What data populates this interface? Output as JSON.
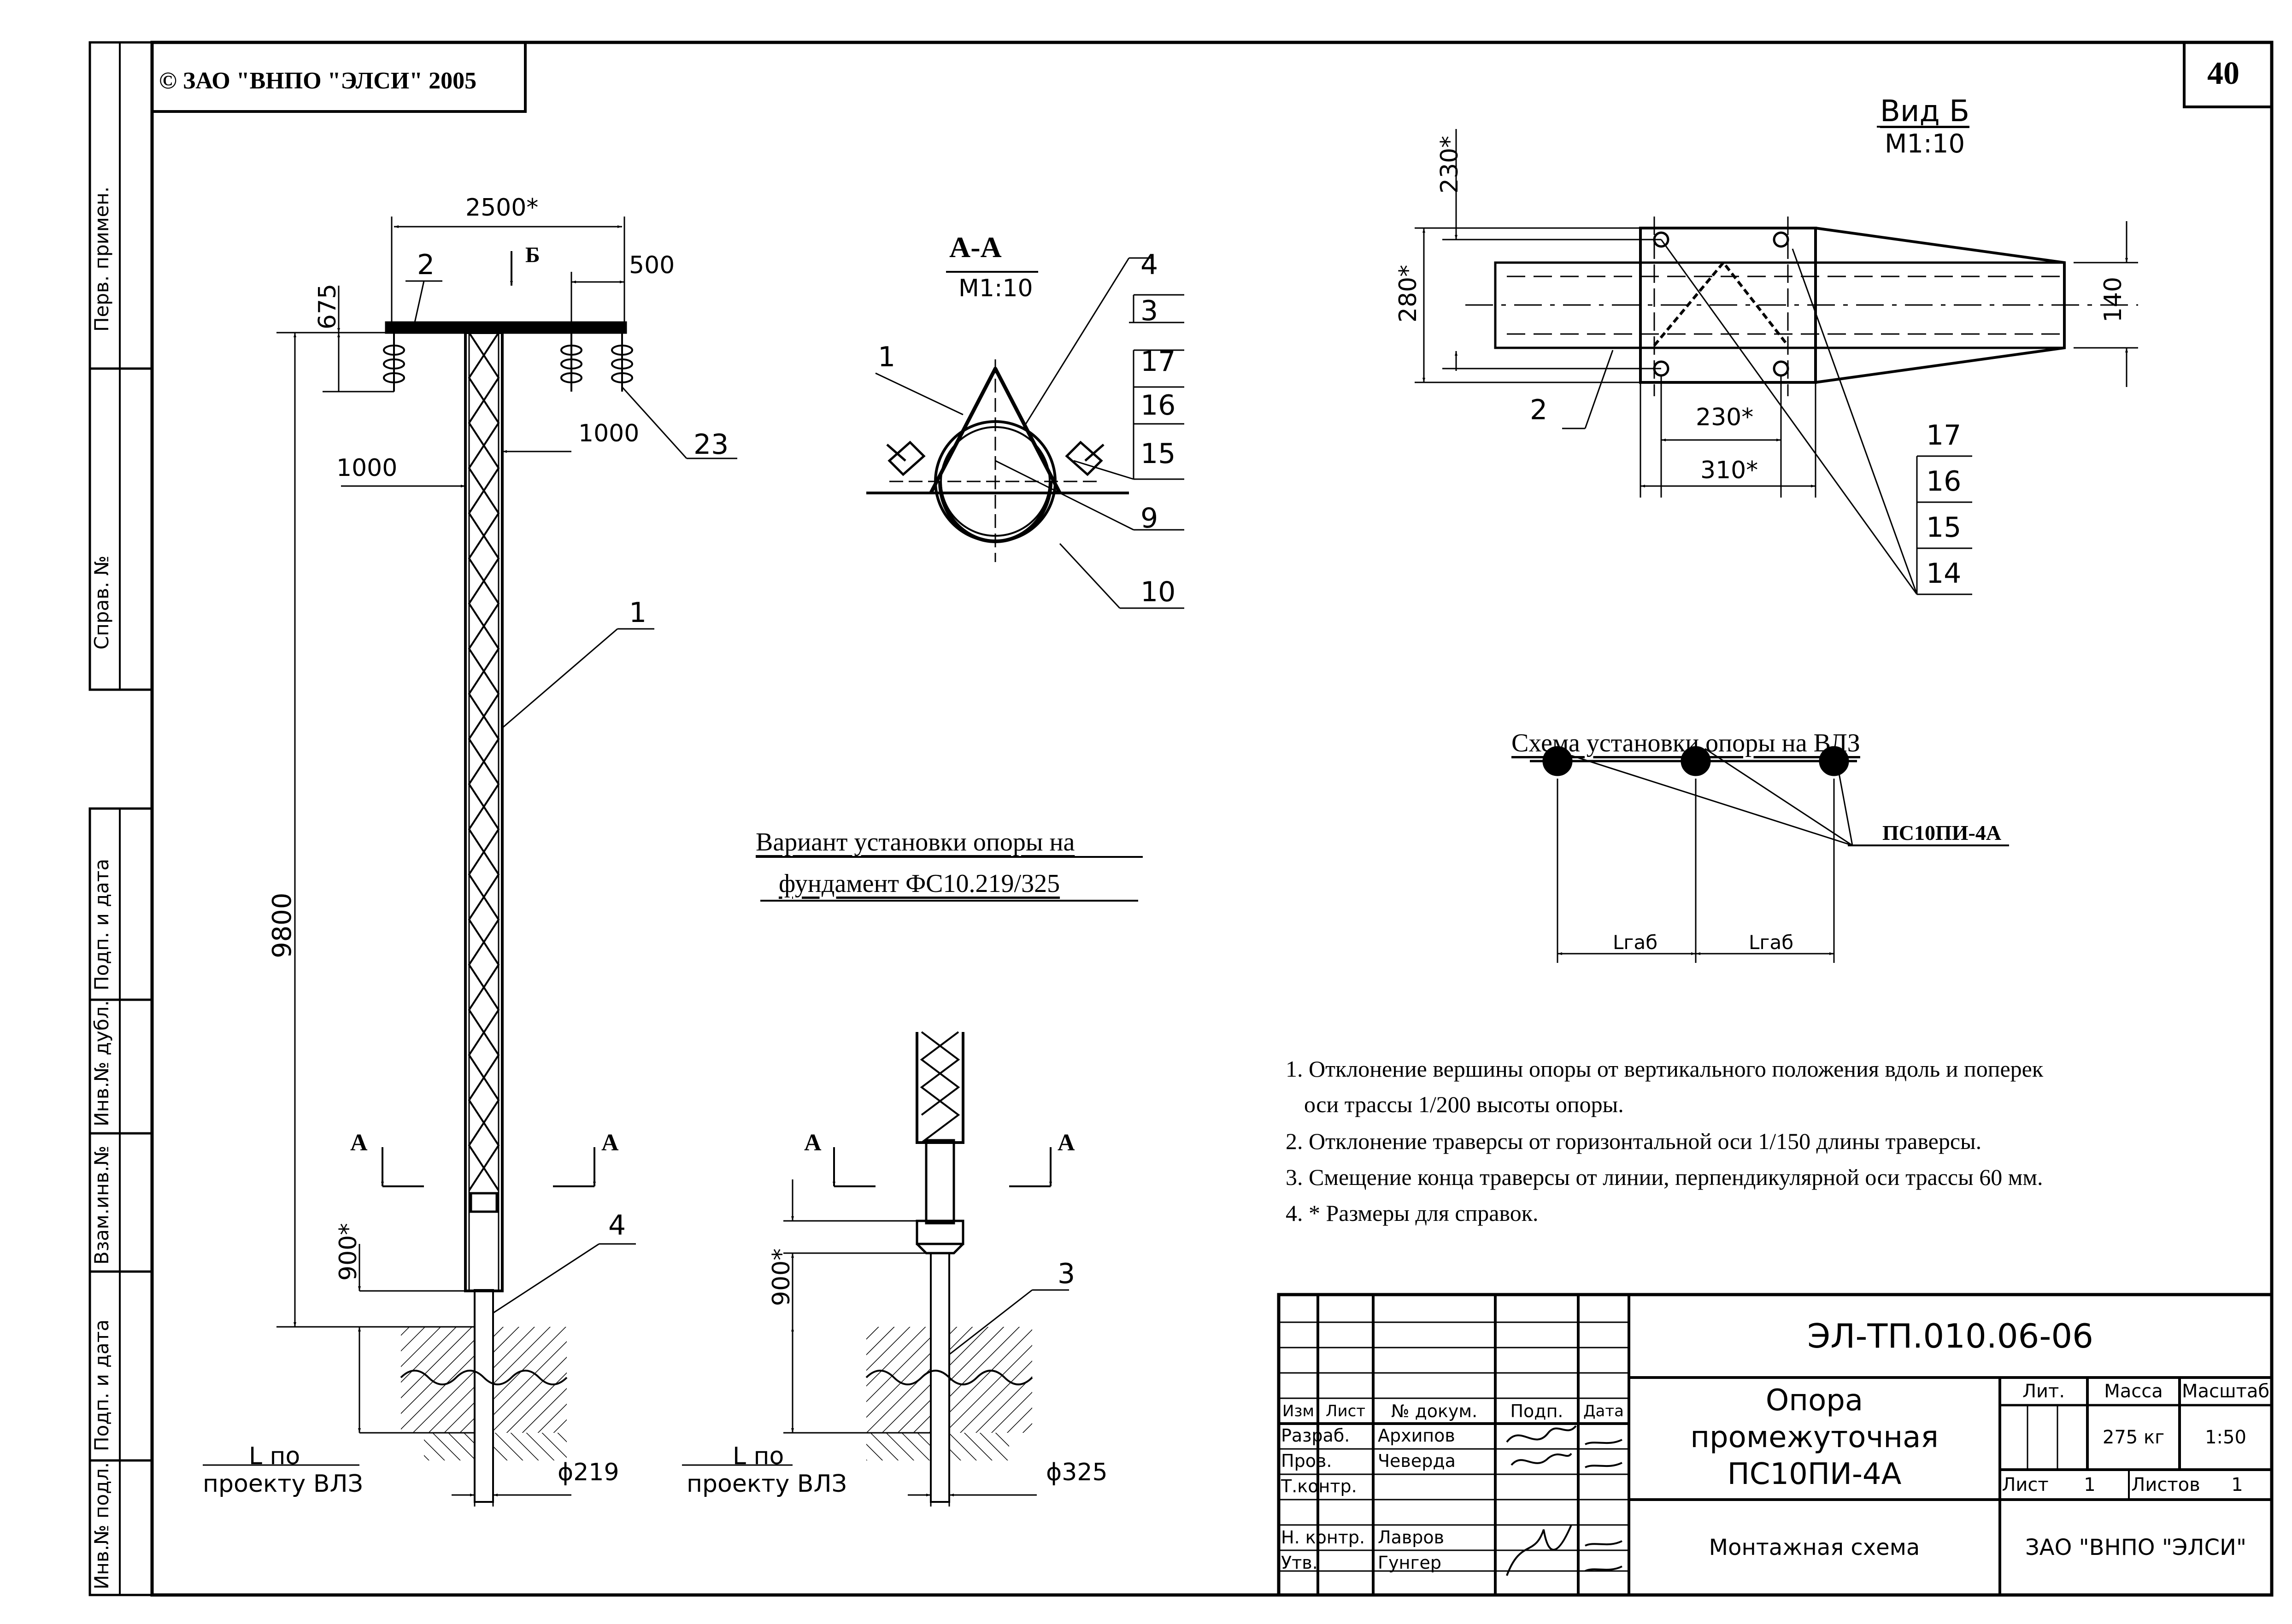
{
  "header": {
    "copyright": "© ЗАО \"ВНПО \"ЭЛСИ\" 2005",
    "sheet_number": "40"
  },
  "side_strip": {
    "perv_primen": "Перв. примен.",
    "sprav_no": "Справ. №",
    "podp_i_data_1": "Подп. и дата",
    "inv_no_dubl": "Инв.№ дубл.",
    "vzam_inv_no": "Взам.инв.№",
    "podp_i_data_2": "Подп. и дата",
    "inv_no_podl": "Инв.№ подл."
  },
  "main_view": {
    "dim_2500": "2500*",
    "dim_500": "500",
    "dim_675": "675",
    "dim_1000_left": "1000",
    "dim_1000_right": "1000",
    "dim_9800": "9800",
    "dim_900": "900*",
    "phi_219": "ϕ219",
    "b_arrow": "Б",
    "section_a_left": "А",
    "section_a_right": "А",
    "l_project_1": "L по",
    "l_project_2": "проекту ВЛЗ",
    "callout_1": "1",
    "callout_2": "2",
    "callout_4": "4",
    "callout_23": "23"
  },
  "section_aa": {
    "title": "А-А",
    "scale": "М1:10",
    "c1": "1",
    "c3": "3",
    "c4": "4",
    "c9": "9",
    "c10": "10",
    "c15": "15",
    "c16": "16",
    "c17": "17"
  },
  "variant": {
    "title_line1": "Вариант установки опоры на",
    "title_line2": "фундамент ФС10.219/325",
    "dim_900": "900*",
    "phi_325": "ϕ325",
    "section_a_left": "А",
    "section_a_right": "А",
    "callout_3": "3",
    "l_project_1": "L по",
    "l_project_2": "проекту ВЛЗ"
  },
  "view_b": {
    "title": "Вид Б",
    "scale": "М1:10",
    "dim_230_top": "230*",
    "dim_280": "280*",
    "dim_140": "140",
    "dim_230_bottom": "230*",
    "dim_310": "310*",
    "c2": "2",
    "c14": "14",
    "c15": "15",
    "c16": "16",
    "c17": "17"
  },
  "scheme": {
    "title": "Схема установки опоры на ВЛЗ",
    "label": "ПС10ПИ-4А",
    "lgab_1": "Lгаб",
    "lgab_2": "Lгаб"
  },
  "notes": [
    "1. Отклонение вершины опоры от вертикального положения вдоль и поперек",
    "оси трассы 1/200 высоты опоры.",
    "2. Отклонение траверсы от горизонтальной оси 1/150 длины траверсы.",
    "3. Смещение конца траверсы от линии, перпендикулярной оси трассы 60 мм.",
    "4. * Размеры для справок."
  ],
  "title_block": {
    "doc_code": "ЭЛ-ТП.010.06-06",
    "name_line1": "Опора",
    "name_line2": "промежуточная",
    "name_line3": "ПС10ПИ-4А",
    "doc_type": "Монтажная схема",
    "company": "ЗАО \"ВНПО \"ЭЛСИ\"",
    "hdr_izm": "Изм",
    "hdr_list": "Лист",
    "hdr_no_dokum": "№ докум.",
    "hdr_podp": "Подп.",
    "hdr_data": "Дата",
    "row_razrab": "Разраб.",
    "row_prov": "Пров.",
    "row_tkontr": "Т.контр.",
    "row_nkontr": "Н. контр.",
    "row_utv": "Утв.",
    "name_razrab": "Архипов",
    "name_prov": "Чеверда",
    "name_nkontr": "Лавров",
    "name_utv": "Гунгер",
    "lit": "Лит.",
    "massa": "Масса",
    "masshtab": "Масштаб",
    "massa_value": "275 кг",
    "scale_value": "1:50",
    "list_label": "Лист",
    "list_value": "1",
    "listov_label": "Листов",
    "listov_value": "1"
  }
}
